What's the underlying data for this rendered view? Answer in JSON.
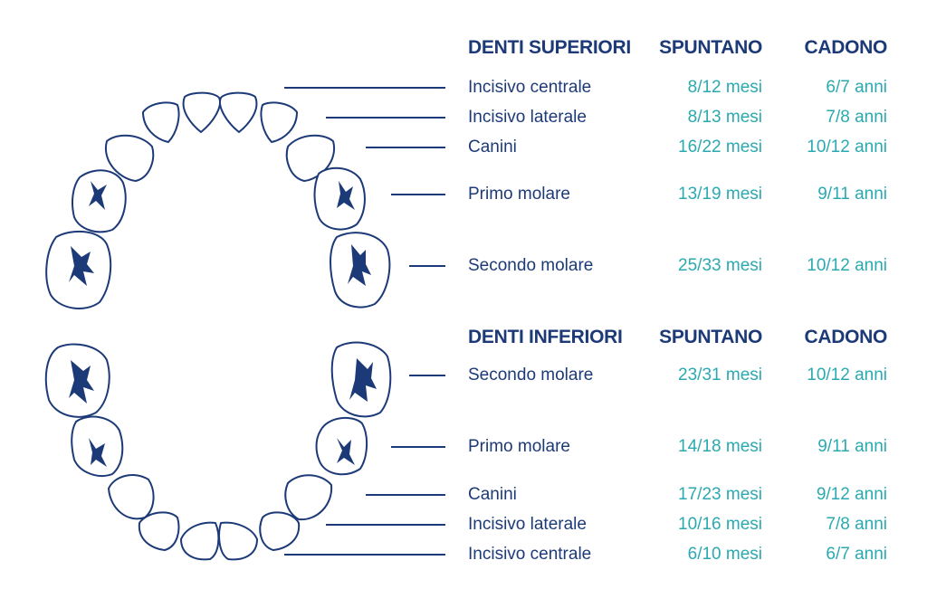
{
  "colors": {
    "navy": "#1d3a78",
    "teal": "#2aaab0"
  },
  "upper": {
    "header": {
      "title": "DENTI SUPERIORI",
      "erupt": "SPUNTANO",
      "shed": "CADONO"
    },
    "rows": [
      {
        "name": "Incisivo centrale",
        "erupt": "8/12 mesi",
        "shed": "6/7 anni"
      },
      {
        "name": "Incisivo laterale",
        "erupt": "8/13 mesi",
        "shed": "7/8 anni"
      },
      {
        "name": "Canini",
        "erupt": "16/22 mesi",
        "shed": "10/12 anni"
      },
      {
        "name": "Primo molare",
        "erupt": "13/19 mesi",
        "shed": "9/11 anni"
      },
      {
        "name": "Secondo molare",
        "erupt": "25/33 mesi",
        "shed": "10/12 anni"
      }
    ]
  },
  "lower": {
    "header": {
      "title": "DENTI INFERIORI",
      "erupt": "SPUNTANO",
      "shed": "CADONO"
    },
    "rows": [
      {
        "name": "Secondo molare",
        "erupt": "23/31 mesi",
        "shed": "10/12 anni"
      },
      {
        "name": "Primo molare",
        "erupt": "14/18 mesi",
        "shed": "9/11 anni"
      },
      {
        "name": "Canini",
        "erupt": "17/23 mesi",
        "shed": "9/12 anni"
      },
      {
        "name": "Incisivo laterale",
        "erupt": "10/16 mesi",
        "shed": "7/8 anni"
      },
      {
        "name": "Incisivo centrale",
        "erupt": "6/10 mesi",
        "shed": "6/7 anni"
      }
    ]
  }
}
